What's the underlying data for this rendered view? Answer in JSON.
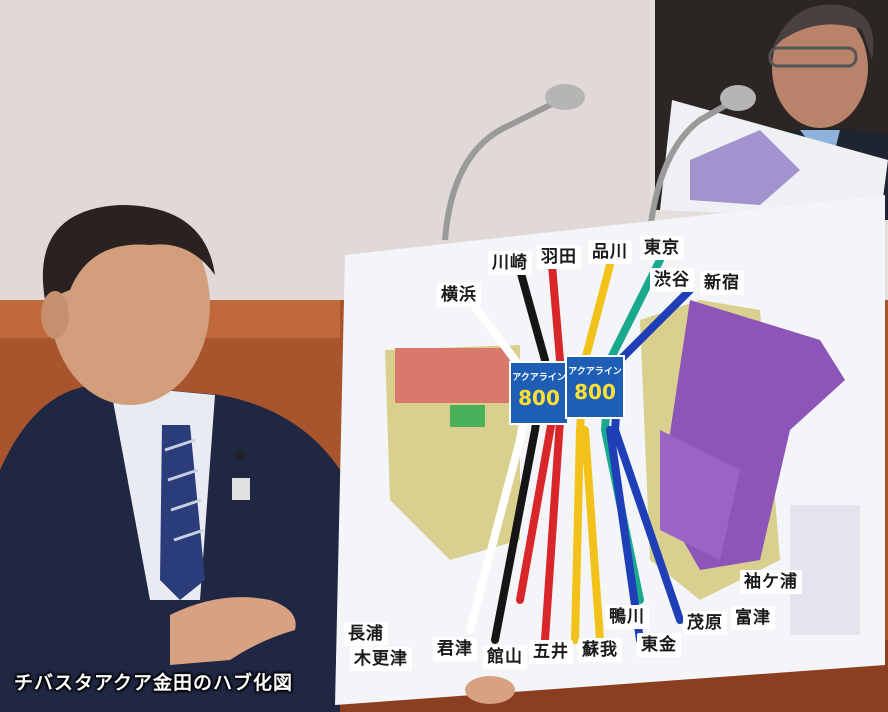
{
  "caption": "チバスタアクア金田のハブ化図",
  "map": {
    "badge": {
      "line1": "アクアライン",
      "line2": "800"
    },
    "labels": {
      "kawasaki": "川崎",
      "haneda": "羽田",
      "shinagawa": "品川",
      "tokyo": "東京",
      "yokohama": "横浜",
      "shibuya": "渋谷",
      "shinjuku": "新宿",
      "sodegaura": "袖ケ浦",
      "kamogawa": "鴨川",
      "mobara": "茂原",
      "futtsu": "富津",
      "togane": "東金",
      "nagaura": "長浦",
      "kisarazu": "木更津",
      "kimitsu": "君津",
      "tateyama": "館山",
      "goi": "五井",
      "soga": "蘇我"
    }
  },
  "colors": {
    "ribbon_red": "#d9262b",
    "ribbon_yellow": "#f2c21a",
    "ribbon_blue": "#1f3fb8",
    "ribbon_teal": "#1aa88f",
    "ribbon_black": "#151515",
    "zone_purple": "#8e55b8",
    "zone_salmon": "#d9796b",
    "zone_beige": "#d9cf8e"
  }
}
